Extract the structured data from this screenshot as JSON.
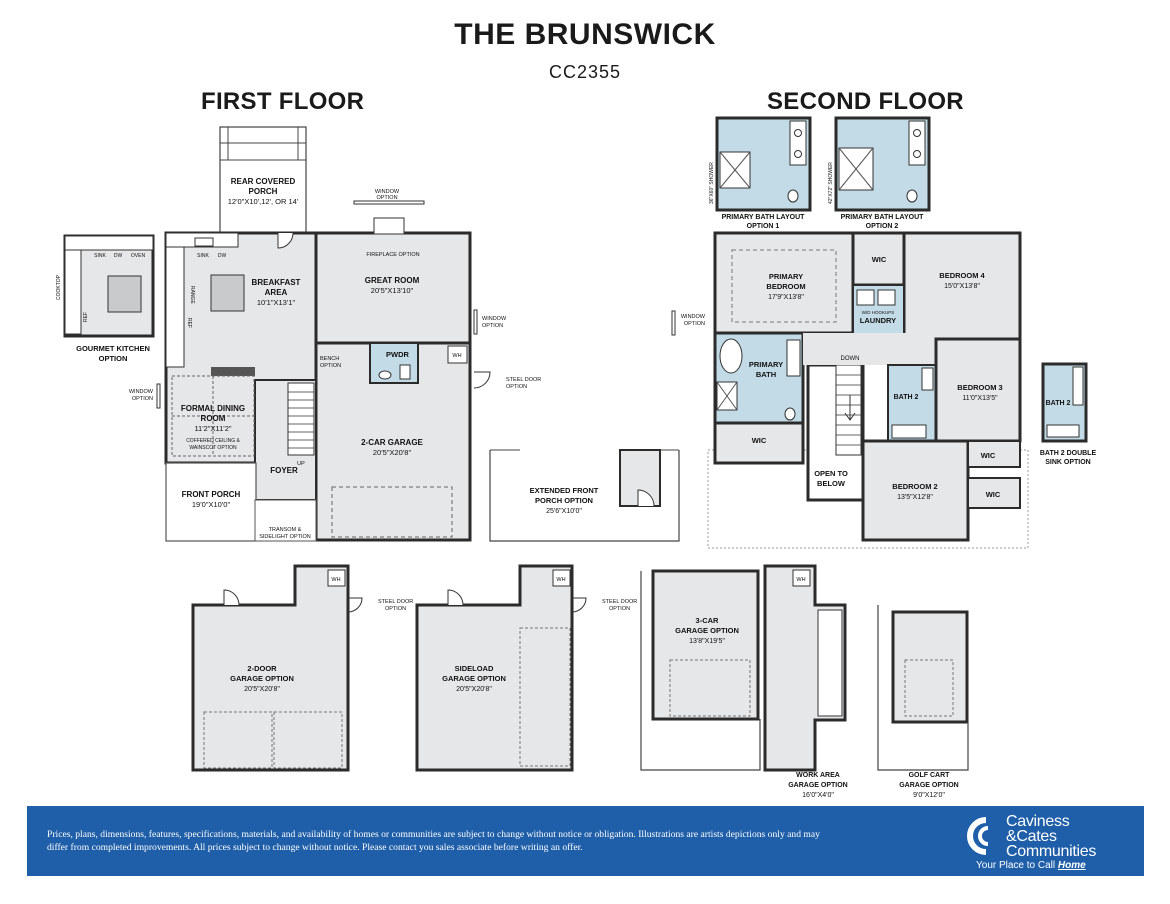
{
  "header": {
    "title": "THE BRUNSWICK",
    "model": "CC2355",
    "first_floor": "FIRST FLOOR",
    "second_floor": "SECOND FLOOR"
  },
  "first_floor": {
    "rear_porch": [
      "REAR COVERED",
      "PORCH",
      "12'0\"X10',12', OR 14'"
    ],
    "window_option_top": [
      "WINDOW",
      "OPTION"
    ],
    "fireplace_option": "FIREPLACE OPTION",
    "great_room": [
      "GREAT ROOM",
      "20'5\"X13'10\""
    ],
    "breakfast_area": [
      "BREAKFAST",
      "AREA",
      "10'1\"X13'1\""
    ],
    "window_option_right": [
      "WINDOW",
      "OPTION"
    ],
    "window_option_left": [
      "WINDOW",
      "OPTION"
    ],
    "formal_dining": [
      "FORMAL DINING",
      "ROOM",
      "11'2\"X11'2\""
    ],
    "coffered_note": [
      "COFFERED CEILING &",
      "WAINSCOT OPTION"
    ],
    "bench_option": [
      "BENCH",
      "OPTION"
    ],
    "pwdr": "PWDR",
    "wh": "WH",
    "garage": [
      "2-CAR GARAGE",
      "20'5\"X20'8\""
    ],
    "foyer": "FOYER",
    "up": "UP",
    "front_porch": [
      "FRONT PORCH",
      "19'0\"X10'0\""
    ],
    "transom": [
      "TRANSOM &",
      "SIDELIGHT OPTION"
    ],
    "sink": "SINK",
    "dw": "DW",
    "range": "RANGE",
    "ref": "REF",
    "steel_door": [
      "STEEL DOOR",
      "OPTION"
    ]
  },
  "gourmet_kitchen": {
    "label": [
      "GOURMET KITCHEN",
      "OPTION"
    ],
    "sink": "SINK",
    "dw": "DW",
    "oven": "OVEN",
    "cooktop": "COOKTOP",
    "ref": "REF"
  },
  "extended_porch": [
    "EXTENDED FRONT",
    "PORCH OPTION",
    "25'6\"X10'0\""
  ],
  "garage_options": {
    "two_door": [
      "2-DOOR",
      "GARAGE OPTION",
      "20'5\"X20'8\""
    ],
    "sideload": [
      "SIDELOAD",
      "GARAGE OPTION",
      "20'5\"X20'8\""
    ],
    "three_car": [
      "3-CAR",
      "GARAGE OPTION",
      "13'8\"X19'5\""
    ],
    "work_area": [
      "WORK AREA",
      "GARAGE OPTION",
      "16'0\"X4'0\""
    ],
    "golf_cart": [
      "GOLF CART",
      "GARAGE OPTION",
      "9'0\"X12'0\""
    ],
    "steel_door": [
      "STEEL DOOR",
      "OPTION"
    ],
    "wh": "WH"
  },
  "second_floor": {
    "bath_layout_1": [
      "PRIMARY BATH LAYOUT",
      "OPTION 1"
    ],
    "bath_layout_2": [
      "PRIMARY BATH LAYOUT",
      "OPTION 2"
    ],
    "shower_1": "36\"X60\" SHOWER",
    "shower_2": "42\"X72\" SHOWER",
    "primary_bedroom": [
      "PRIMARY",
      "BEDROOM",
      "17'9\"X13'8\""
    ],
    "wic": "WIC",
    "bedroom4": [
      "BEDROOM 4",
      "15'0\"X13'8\""
    ],
    "laundry": [
      "W/D HOOKUPS",
      "LAUNDRY"
    ],
    "window_option": [
      "WINDOW",
      "OPTION"
    ],
    "primary_bath": [
      "PRIMARY",
      "BATH"
    ],
    "down": "DOWN",
    "bath2": "BATH 2",
    "bedroom3": [
      "BEDROOM 3",
      "11'0\"X13'5\""
    ],
    "open_to_below": [
      "OPEN TO",
      "BELOW"
    ],
    "bedroom2": [
      "BEDROOM 2",
      "13'5\"X12'8\""
    ],
    "bath2_double": [
      "BATH 2 DOUBLE",
      "SINK OPTION"
    ]
  },
  "footer": {
    "disclaimer": "Prices, plans, dimensions, features, specifications, materials, and availability of homes or communities are subject to change without notice or obligation. Illustrations are artists depictions only and may differ from completed improvements. All prices subject to change without notice. Please contact you sales associate before writing an offer.",
    "logo_lines": [
      "Caviness",
      "&Cates",
      "Communities"
    ],
    "tagline_prefix": "Your Place to Call ",
    "tagline_emph": "Home"
  },
  "colors": {
    "room_fill": "#e6e7e9",
    "wet_fill": "#c2dbe6",
    "wall": "#2b2b2b",
    "footer_blue": "#1f5ea8"
  }
}
